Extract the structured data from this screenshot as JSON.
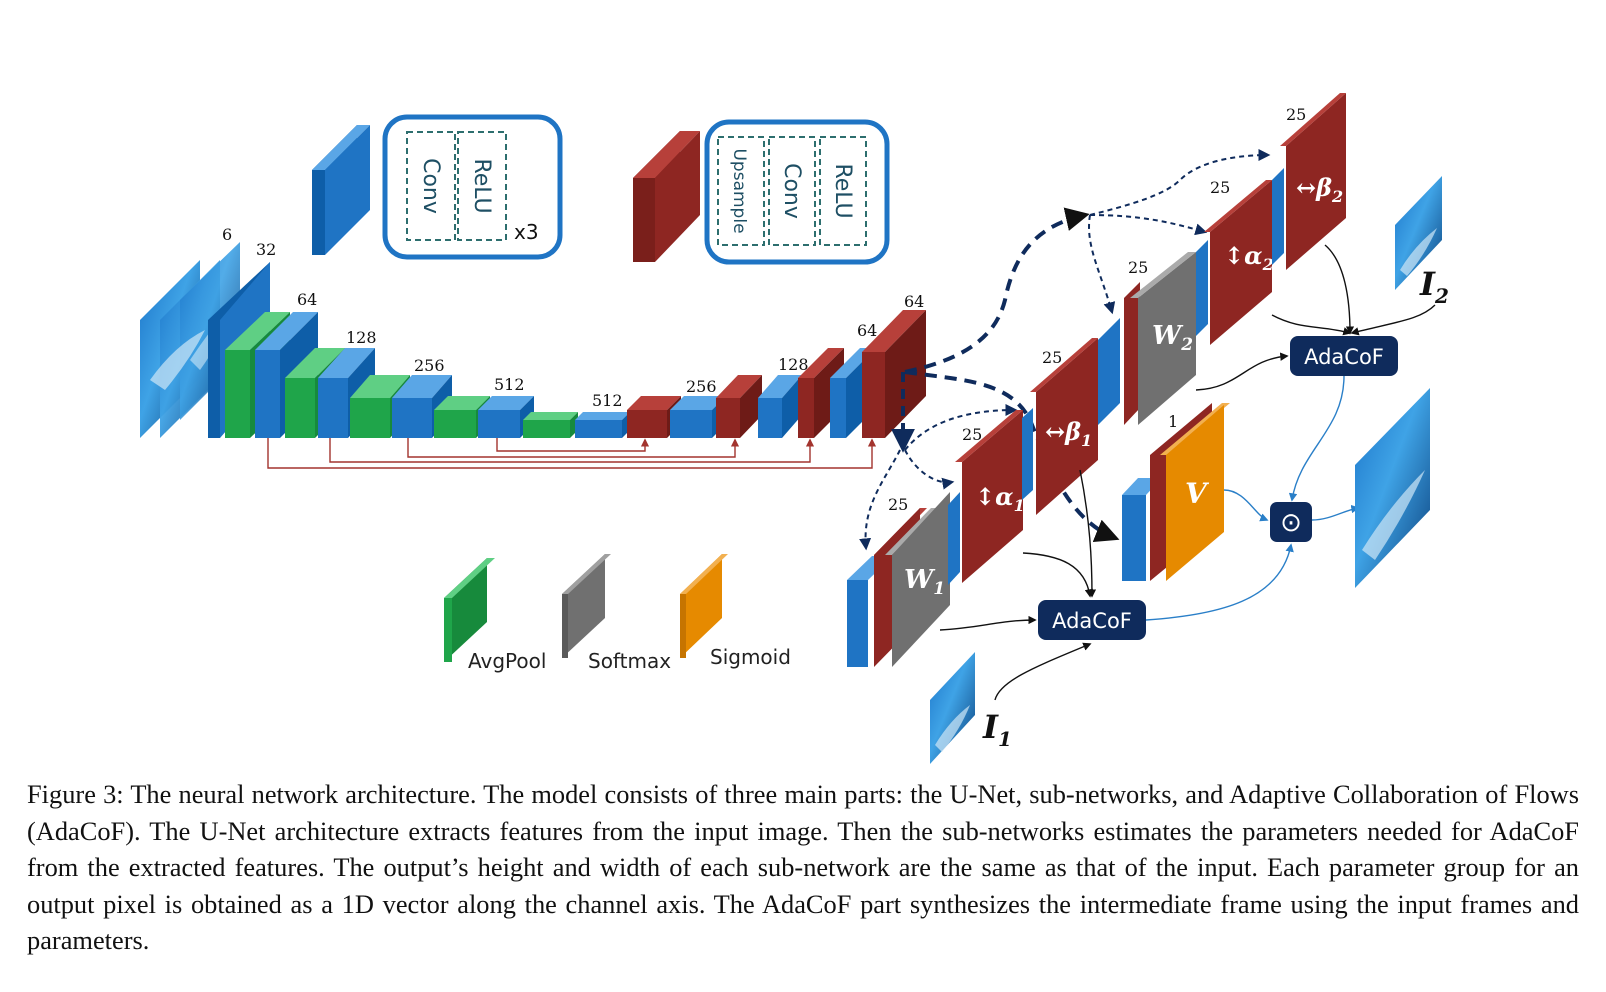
{
  "legend": {
    "blue_block_ops": [
      "Conv",
      "ReLU"
    ],
    "blue_block_repeat": "x3",
    "red_block_ops": [
      "Upsample",
      "Conv",
      "ReLU"
    ],
    "items": [
      {
        "label": "AvgPool",
        "color": "#1fa54a"
      },
      {
        "label": "Softmax",
        "color": "#707070"
      },
      {
        "label": "Sigmoid",
        "color": "#e68a00"
      }
    ]
  },
  "unet": {
    "encoder_channels": [
      "6",
      "32",
      "64",
      "128",
      "256",
      "512"
    ],
    "bottleneck_channels": "512",
    "decoder_channels": [
      "256",
      "128",
      "64",
      "64"
    ]
  },
  "subnetworks": {
    "channels_25": "25",
    "channel_1": "1",
    "labels": {
      "W1": "W",
      "W1_sub": "1",
      "alpha1": "α",
      "alpha1_sub": "1",
      "beta1": "β",
      "beta1_sub": "1",
      "W2": "W",
      "W2_sub": "2",
      "alpha2": "α",
      "alpha2_sub": "2",
      "beta2": "β",
      "beta2_sub": "2",
      "V": "V"
    }
  },
  "adacof": {
    "box1": "AdaCoF",
    "box2": "AdaCoF",
    "combine": "⊙"
  },
  "inputs": {
    "I1": "I",
    "I1_sub": "1",
    "I2": "I",
    "I2_sub": "2"
  },
  "colors": {
    "conv_blue": "#1f74c4",
    "upsample_red": "#8e2622",
    "avgpool_green": "#1fa54a",
    "softmax_gray": "#707070",
    "sigmoid_orange": "#e68a00",
    "adacof_navy": "#0f2b5c"
  },
  "caption": "Figure 3: The neural network architecture. The model consists of three main parts: the U-Net, sub-networks, and Adaptive Collaboration of Flows (AdaCoF). The U-Net architecture extracts features from the input image. Then the sub-networks estimates the parameters needed for AdaCoF from the extracted features. The output’s height and width of each sub-network are the same as that of the input. Each parameter group for an output pixel is obtained as a 1D vector along the channel axis. The AdaCoF part synthesizes the intermediate frame using the input frames and parameters."
}
